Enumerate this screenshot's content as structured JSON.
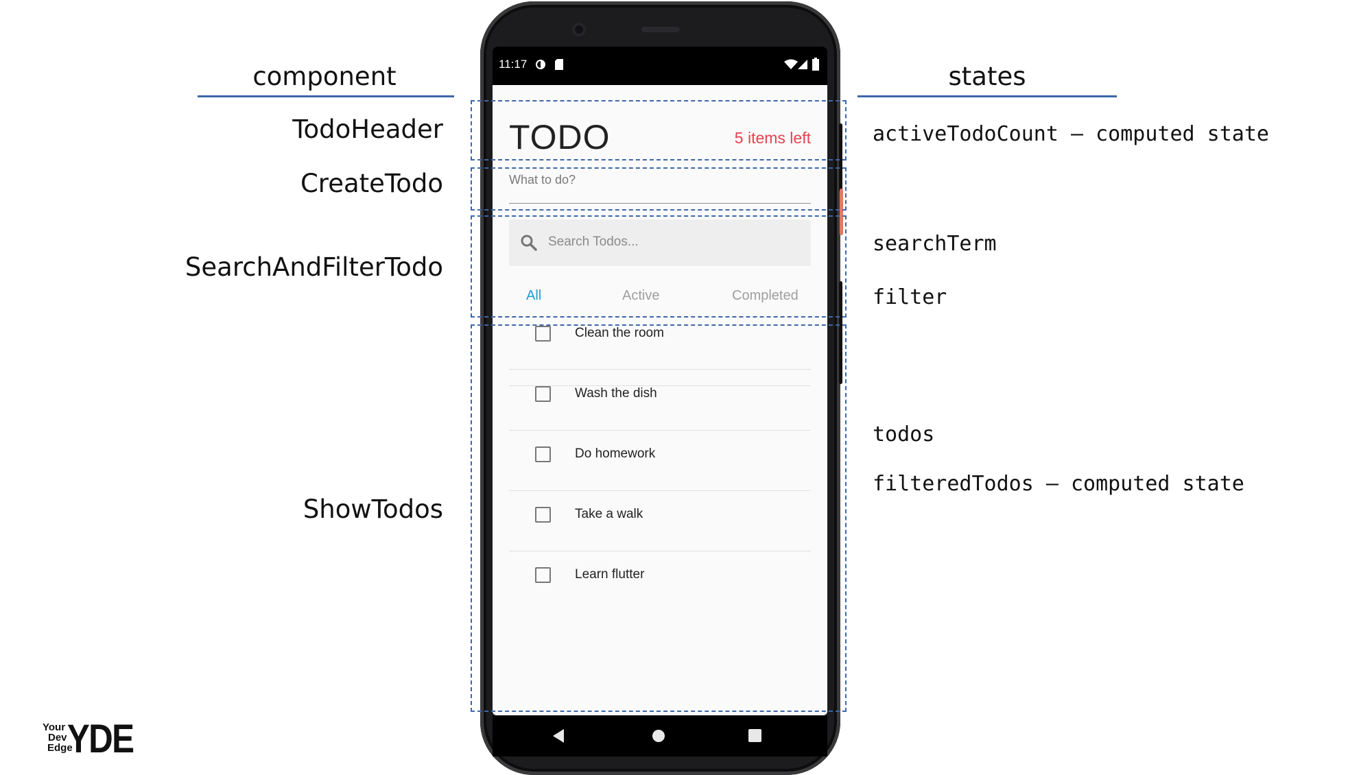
{
  "diagram": {
    "component_header": "component",
    "states_header": "states",
    "components": [
      "TodoHeader",
      "CreateTodo",
      "SearchAndFilterTodo",
      "ShowTodos"
    ],
    "states": [
      "activeTodoCount – computed state",
      "searchTerm",
      "filter",
      "todos",
      "filteredTodos – computed state"
    ]
  },
  "phone": {
    "status_time": "11:17",
    "status_icons": [
      "circle-icon",
      "sd-card-icon",
      "wifi-icon",
      "signal-icon",
      "battery-icon"
    ],
    "app_title": "TODO",
    "items_left": "5 items left",
    "todo_input_placeholder": "What to do?",
    "search_placeholder": "Search Todos...",
    "tabs": [
      {
        "label": "All",
        "active": true
      },
      {
        "label": "Active",
        "active": false
      },
      {
        "label": "Completed",
        "active": false
      }
    ],
    "todos": [
      {
        "text": "Clean the room",
        "checked": false
      },
      {
        "text": "Wash the dish",
        "checked": false
      },
      {
        "text": "Do homework",
        "checked": false
      },
      {
        "text": "Take a walk",
        "checked": false
      },
      {
        "text": "Learn flutter",
        "checked": false
      }
    ],
    "nav_icons": [
      "back-icon",
      "home-icon",
      "recents-icon"
    ]
  },
  "logo": {
    "small_lines": [
      "Your",
      "Dev",
      "Edge"
    ],
    "big": "YDE"
  },
  "colors": {
    "accent_blue": "#1e9bd8",
    "items_left_red": "#e8404f",
    "dashed_box": "#3d67a8"
  }
}
